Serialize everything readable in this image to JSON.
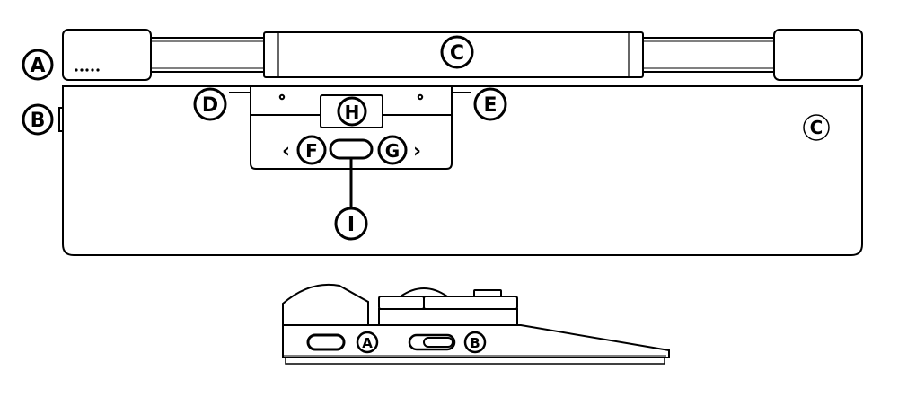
{
  "callouts": {
    "a": "A",
    "b": "B",
    "c": "C",
    "d": "D",
    "e": "E",
    "f": "F",
    "g": "G",
    "h": "H",
    "i": "I"
  },
  "side_callouts": {
    "a": "A",
    "b": "B"
  },
  "device_mark": "C",
  "scroll_left_arrow": "‹",
  "scroll_right_arrow": "›"
}
